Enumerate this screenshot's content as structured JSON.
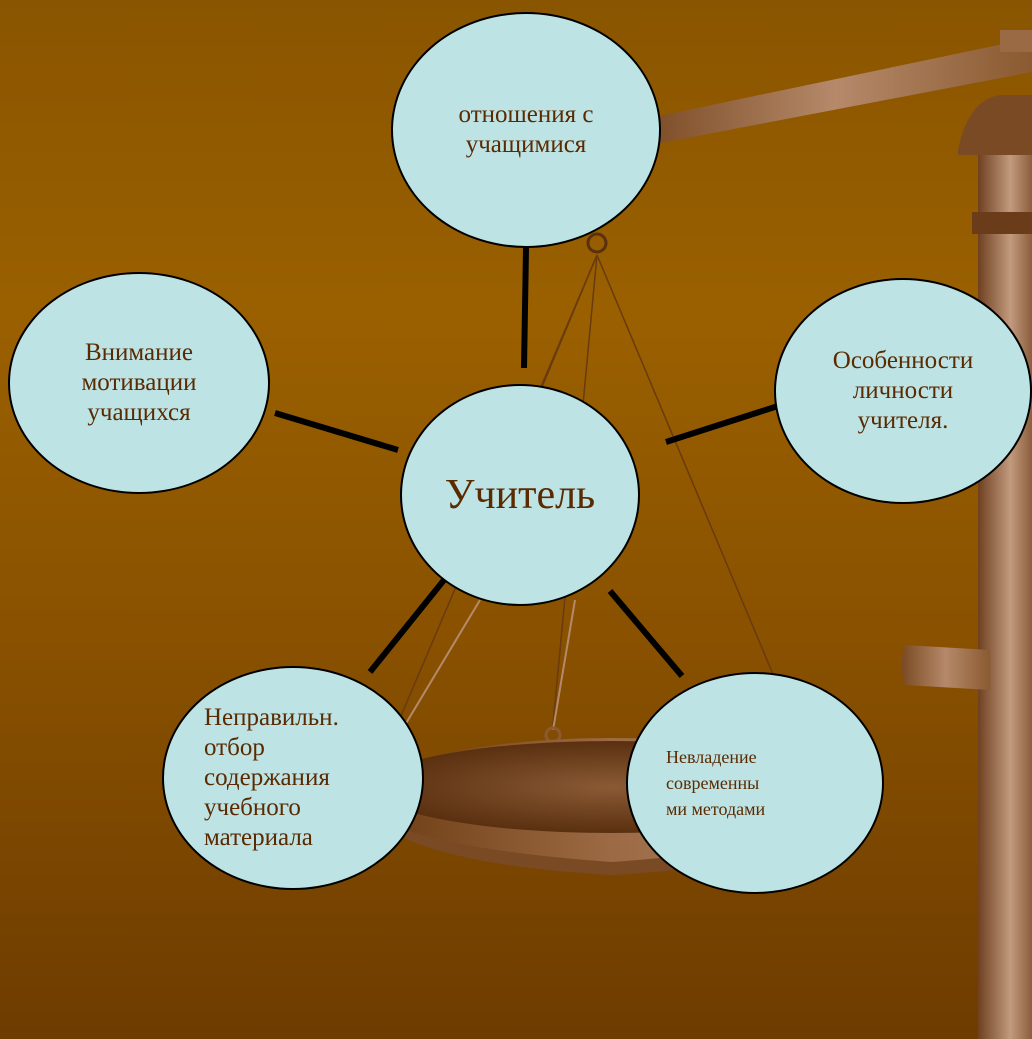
{
  "diagram": {
    "center": {
      "label": "Учитель"
    },
    "nodes": [
      {
        "id": "top",
        "label": "отношения с\nучащимися"
      },
      {
        "id": "left",
        "label": "Внимание\nмотивации\nучащихся"
      },
      {
        "id": "right",
        "label": "Особенности\nличности\nучителя."
      },
      {
        "id": "bottom_left",
        "label": "Неправильн.\nотбор\nсодержания\nучебного\nматериала"
      },
      {
        "id": "bottom_right",
        "label": "Невладение\nсовременны\nми методами"
      }
    ]
  },
  "colors": {
    "node_fill": "#bde3e4",
    "node_text": "#5a2a00",
    "connector": "#000000"
  },
  "decorations": [
    "scales-illustration"
  ]
}
